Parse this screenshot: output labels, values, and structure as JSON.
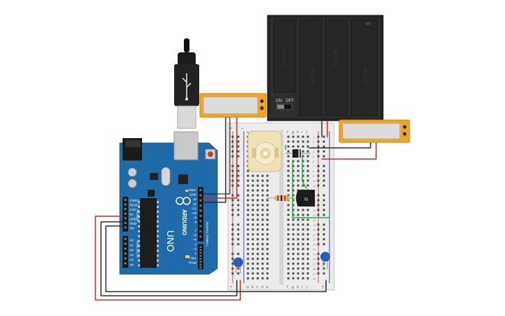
{
  "arduino": {
    "board_name": "UNO",
    "brand": "ARDUINO",
    "header_top": [
      "AREF",
      "GND",
      "13",
      "12",
      "~11",
      "~10",
      "~9",
      "8"
    ],
    "header_digital_low": [
      "7",
      "~6",
      "~5",
      "4",
      "~3",
      "2",
      "TX▸1",
      "RX◂0"
    ],
    "power_labels": [
      "IOREF",
      "RESET",
      "3.3V",
      "5V",
      "GND",
      "GND",
      "Vin"
    ],
    "power_group": "POWER",
    "analog_labels": [
      "A0",
      "A1",
      "A2",
      "A3",
      "A4",
      "A5"
    ],
    "analog_group": "ANALOG IN",
    "digital_group": "DIGITAL (PWM~)"
  },
  "battery_pack": {
    "switch_on": "ON",
    "switch_off": "OFF",
    "cell_label": "AA 1.5V",
    "voltage_label": "6V"
  },
  "breadboard": {
    "col_letters_left": [
      "a",
      "b",
      "c",
      "d",
      "e"
    ],
    "col_letters_right": [
      "f",
      "g",
      "h",
      "i",
      "j"
    ],
    "rail_plus": "+",
    "rail_minus": "−",
    "row_count": 30
  },
  "transistor": {
    "label": "N"
  },
  "multimeters": [
    {
      "name": "multimeter-left"
    },
    {
      "name": "multimeter-right"
    }
  ],
  "colors": {
    "wire_red": "#e0251b",
    "wire_black": "#2b2b2b",
    "wire_green": "#2ea83a",
    "arduino_blue": "#1f6aa8",
    "multimeter_orange": "#f4a51c",
    "battery_black": "#242424",
    "capacitor_blue": "#1f63b8",
    "motor_cream": "#efe2b8"
  }
}
